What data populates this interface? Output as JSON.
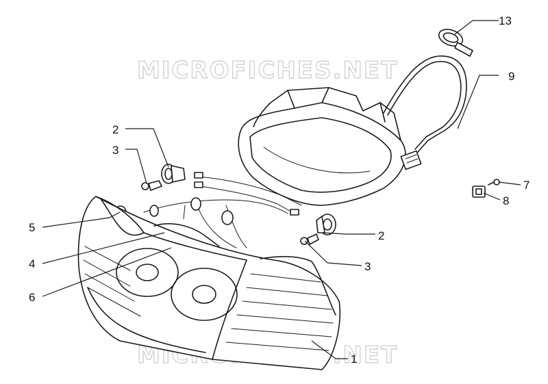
{
  "watermark": {
    "text": "MICROFICHES.NET"
  },
  "callouts": [
    {
      "id": "c1",
      "number": "1"
    },
    {
      "id": "c2a",
      "number": "2"
    },
    {
      "id": "c2b",
      "number": "2"
    },
    {
      "id": "c3a",
      "number": "3"
    },
    {
      "id": "c3b",
      "number": "3"
    },
    {
      "id": "c4",
      "number": "4"
    },
    {
      "id": "c5",
      "number": "5"
    },
    {
      "id": "c6",
      "number": "6"
    },
    {
      "id": "c7",
      "number": "7"
    },
    {
      "id": "c8",
      "number": "8"
    },
    {
      "id": "c9",
      "number": "9"
    },
    {
      "id": "c13",
      "number": "13"
    }
  ],
  "colors": {
    "line": "#1a1a1a",
    "watermark": "#d2d2d2",
    "background": "#ffffff"
  }
}
